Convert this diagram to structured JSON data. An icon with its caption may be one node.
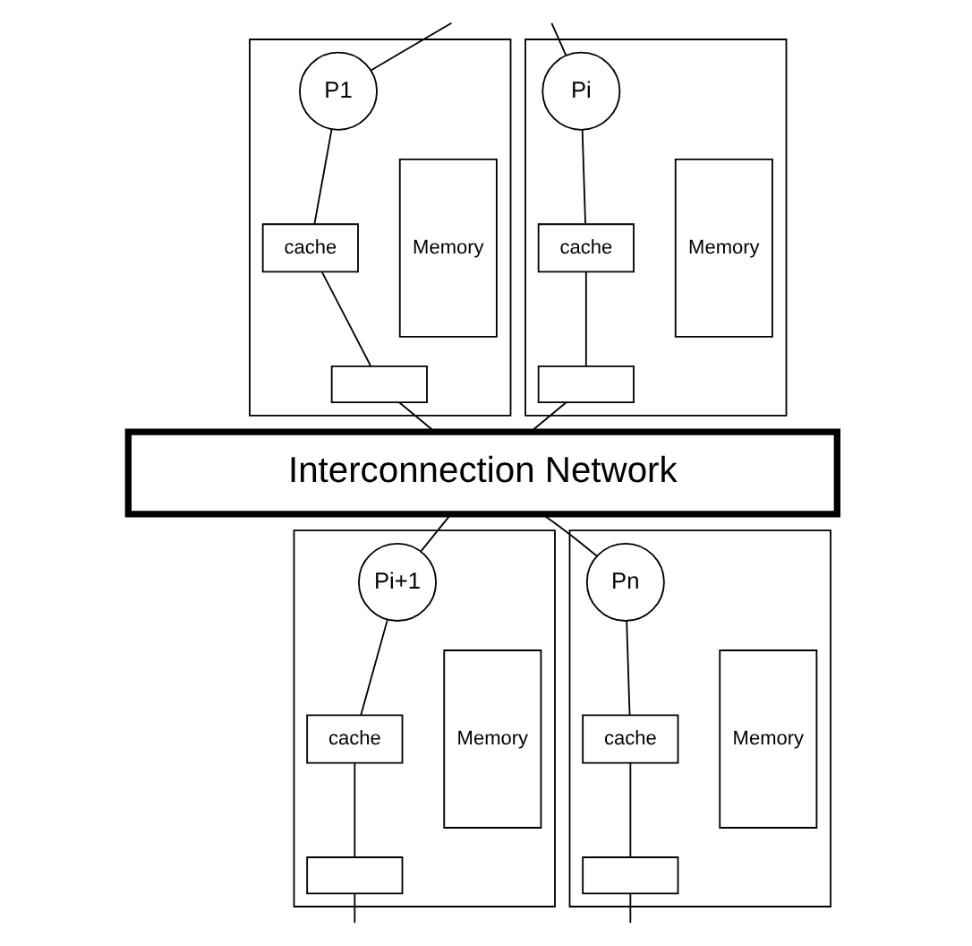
{
  "diagram": {
    "nodes": [
      {
        "text": [],
        "shape": "box"
      },
      {
        "text": [
          "P1"
        ],
        "in": 0
      },
      {
        "text": [
          "cache"
        ],
        "in": 0
      },
      {
        "text": [],
        "shape": "box",
        "in": 0
      },
      {
        "text": [
          "Memory"
        ],
        "in": 0
      },
      {
        "text": [],
        "shape": "box"
      },
      {
        "text": [
          "Pi"
        ],
        "in": 5
      },
      {
        "text": [
          "cache"
        ],
        "in": 5
      },
      {
        "text": [],
        "shape": "box",
        "in": 5
      },
      {
        "text": [
          "Memory"
        ],
        "in": 5
      },
      {
        "text": [
          "Interconnection Network"
        ]
      },
      {
        "text": [],
        "shape": "box"
      },
      {
        "text": [
          "Pi+1"
        ],
        "in": 11
      },
      {
        "text": [
          "cache"
        ],
        "in": 11
      },
      {
        "text": [],
        "shape": "box",
        "in": 11
      },
      {
        "text": [
          "Memory"
        ],
        "in": 11
      },
      {
        "text": [],
        "shape": "box"
      },
      {
        "text": [
          "Pn"
        ],
        "in": 16
      },
      {
        "text": [
          "cache"
        ],
        "in": 16
      },
      {
        "text": [],
        "shape": "box",
        "in": 16
      },
      {
        "text": [
          "Memory"
        ],
        "in": 16
      }
    ],
    "edges": [
      {
        "from": null,
        "to": 1,
        "arrow": "none"
      },
      {
        "from": 1,
        "to": 2,
        "arrow": "none"
      },
      {
        "from": 2,
        "to": 3,
        "arrow": "none"
      },
      {
        "from": 3,
        "to": 10,
        "arrow": "none"
      },
      {
        "from": null,
        "to": 6,
        "arrow": "none"
      },
      {
        "from": 6,
        "to": 7,
        "arrow": "none"
      },
      {
        "from": 7,
        "to": 8,
        "arrow": "none"
      },
      {
        "from": 8,
        "to": 10,
        "arrow": "none"
      },
      {
        "from": 10,
        "to": 12,
        "arrow": "none"
      },
      {
        "from": 12,
        "to": 13,
        "arrow": "none"
      },
      {
        "from": 13,
        "to": 14,
        "arrow": "none"
      },
      {
        "from": 14,
        "to": null,
        "arrow": "none"
      },
      {
        "from": 10,
        "to": 17,
        "arrow": "none"
      },
      {
        "from": 17,
        "to": 18,
        "arrow": "none"
      },
      {
        "from": 18,
        "to": 19,
        "arrow": "none"
      },
      {
        "from": 19,
        "to": null,
        "arrow": "none"
      }
    ]
  }
}
